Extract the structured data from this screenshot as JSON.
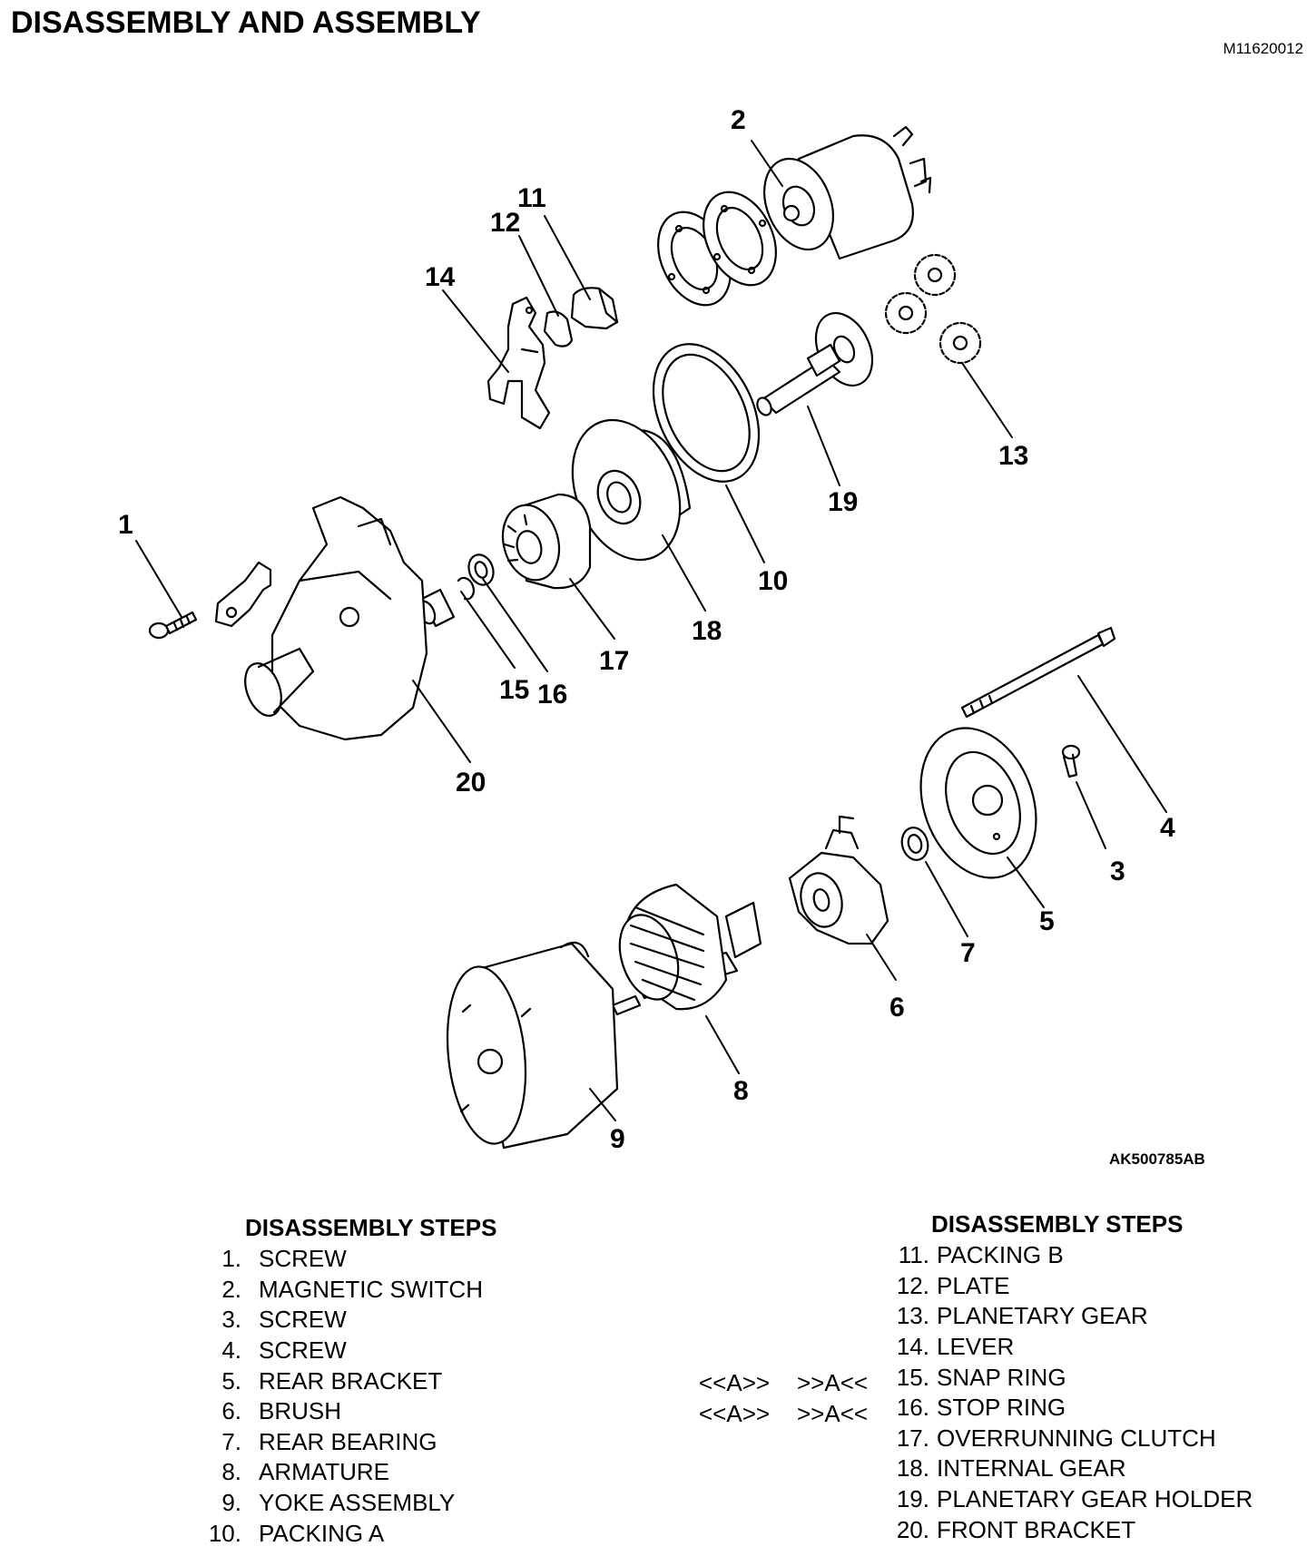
{
  "header": {
    "title": "DISASSEMBLY AND ASSEMBLY",
    "doc_code": "M11620012"
  },
  "figure": {
    "code": "AK500785AB",
    "callouts": [
      "1",
      "2",
      "3",
      "4",
      "5",
      "6",
      "7",
      "8",
      "9",
      "10",
      "11",
      "12",
      "13",
      "14",
      "15",
      "16",
      "17",
      "18",
      "19",
      "20"
    ]
  },
  "steps_left": {
    "heading": "DISASSEMBLY STEPS",
    "items": [
      {
        "num": "1.",
        "label": "SCREW"
      },
      {
        "num": "2.",
        "label": "MAGNETIC SWITCH"
      },
      {
        "num": "3.",
        "label": "SCREW"
      },
      {
        "num": "4.",
        "label": "SCREW"
      },
      {
        "num": "5.",
        "label": "REAR BRACKET"
      },
      {
        "num": "6.",
        "label": "BRUSH"
      },
      {
        "num": "7.",
        "label": "REAR BEARING"
      },
      {
        "num": "8.",
        "label": "ARMATURE"
      },
      {
        "num": "9.",
        "label": "YOKE ASSEMBLY"
      },
      {
        "num": "10.",
        "label": "PACKING A"
      }
    ]
  },
  "steps_right": {
    "heading": "DISASSEMBLY STEPS",
    "items": [
      {
        "num": "11.",
        "label": "PACKING B"
      },
      {
        "num": "12.",
        "label": "PLATE"
      },
      {
        "num": "13.",
        "label": "PLANETARY GEAR"
      },
      {
        "num": "14.",
        "label": "LEVER"
      },
      {
        "num": "15.",
        "label": "SNAP RING"
      },
      {
        "num": "16.",
        "label": "STOP RING"
      },
      {
        "num": "17.",
        "label": "OVERRUNNING CLUTCH"
      },
      {
        "num": "18.",
        "label": "INTERNAL GEAR"
      },
      {
        "num": "19.",
        "label": "PLANETARY GEAR HOLDER"
      },
      {
        "num": "20.",
        "label": "FRONT BRACKET"
      }
    ]
  },
  "markers": {
    "removal": "<<A>>",
    "install": ">>A<<"
  }
}
